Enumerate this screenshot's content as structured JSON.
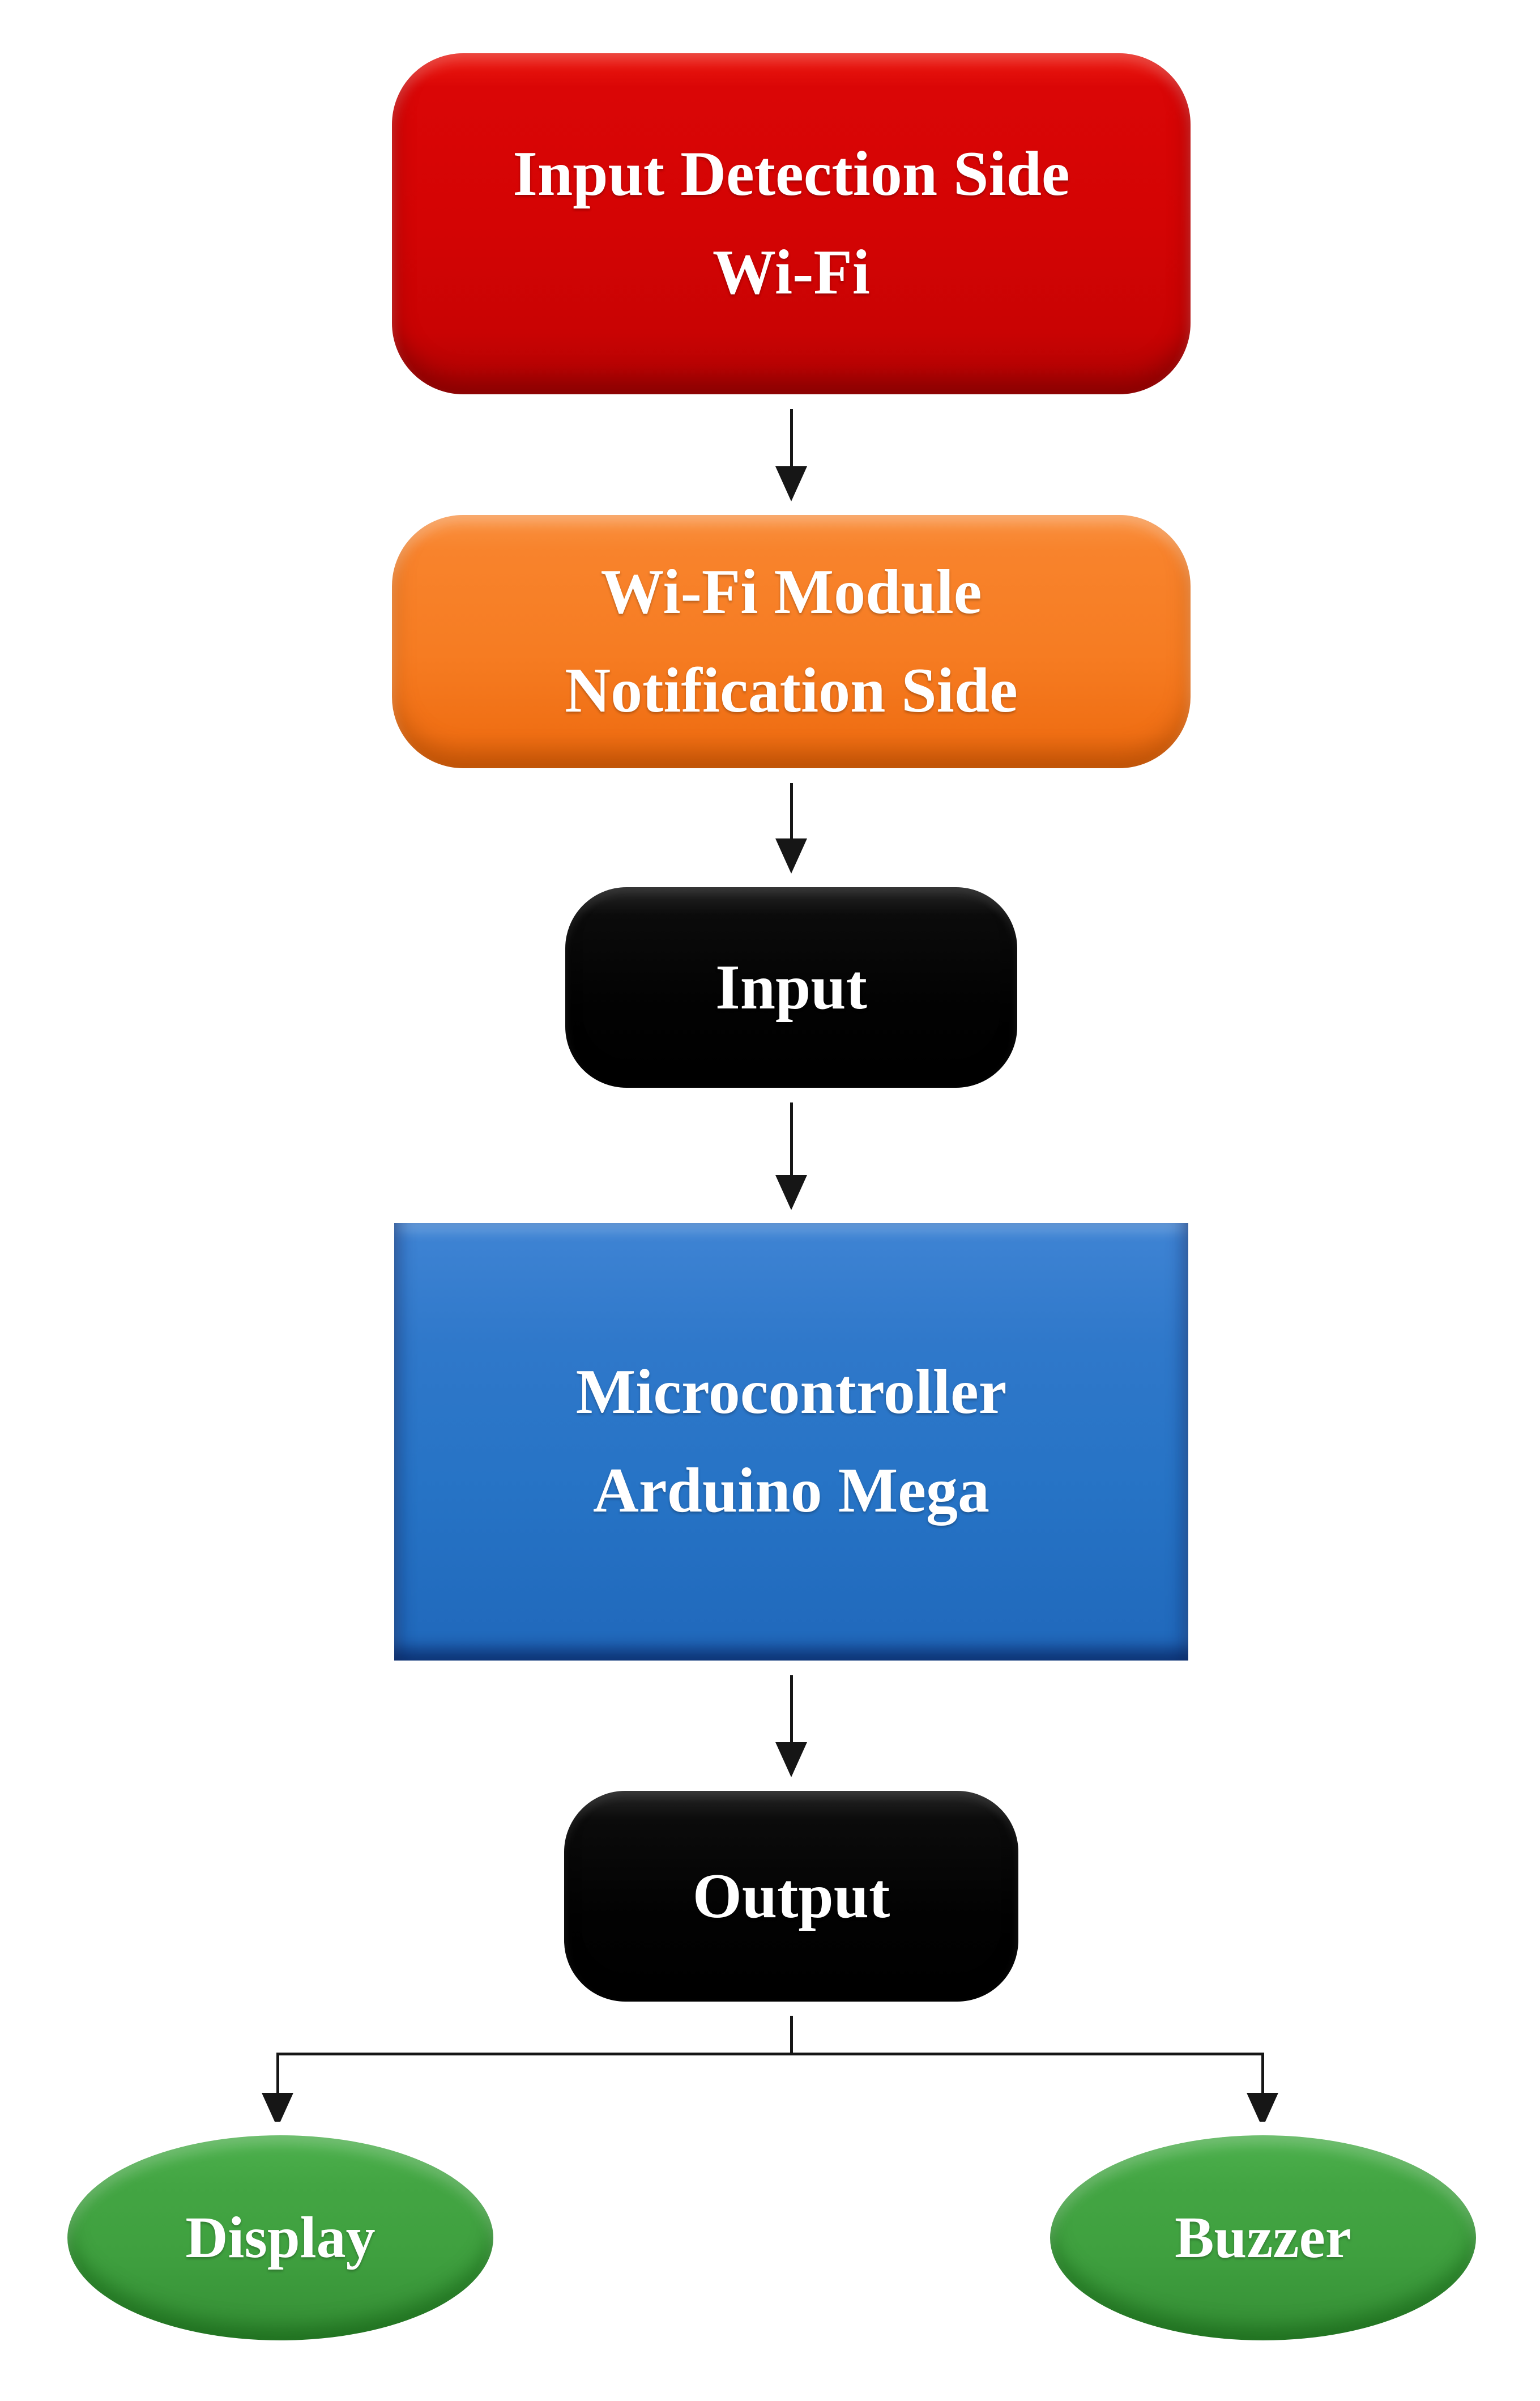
{
  "figure": {
    "type": "flowchart",
    "background": "#ffffff",
    "text_color": "#ffffff",
    "border_color": "#ffffff",
    "connector_color": "#161616"
  },
  "nodes": {
    "input_detection": {
      "line1": "Input Detection Side",
      "line2": "Wi-Fi",
      "fill": "#d40404",
      "shape": "rounded-rectangle"
    },
    "wifi_module": {
      "line1": "Wi-Fi Module",
      "line2": "Notification Side",
      "fill": "#f67c22",
      "shape": "rounded-rectangle"
    },
    "input": {
      "label": "Input",
      "fill": "#050505",
      "shape": "rounded-rectangle"
    },
    "microcontroller": {
      "line1": "Microcontroller",
      "line2": "Arduino Mega",
      "fill": "#2673c5",
      "shape": "rectangle"
    },
    "output": {
      "label": "Output",
      "fill": "#050505",
      "shape": "rounded-rectangle"
    },
    "display": {
      "label": "Display",
      "fill": "#3fa03f",
      "shape": "ellipse"
    },
    "buzzer": {
      "label": "Buzzer",
      "fill": "#3fa03f",
      "shape": "ellipse"
    }
  },
  "edges": [
    {
      "from": "input_detection",
      "to": "wifi_module"
    },
    {
      "from": "wifi_module",
      "to": "input"
    },
    {
      "from": "input",
      "to": "microcontroller"
    },
    {
      "from": "microcontroller",
      "to": "output"
    },
    {
      "from": "output",
      "to": "display"
    },
    {
      "from": "output",
      "to": "buzzer"
    }
  ]
}
